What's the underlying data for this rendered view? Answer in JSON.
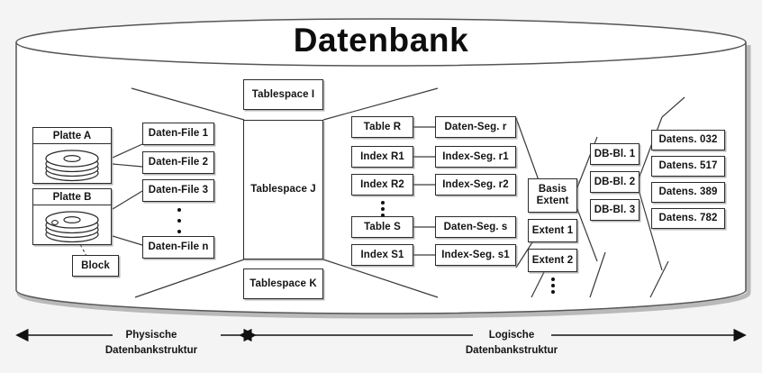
{
  "title": "Datenbank",
  "disks": [
    {
      "label": "Platte A",
      "icon": "disk-stack-icon"
    },
    {
      "label": "Platte B",
      "icon": "disk-stack-icon"
    }
  ],
  "block": {
    "label": "Block"
  },
  "data_files": [
    {
      "label": "Daten-File 1"
    },
    {
      "label": "Daten-File 2"
    },
    {
      "label": "Daten-File 3"
    },
    {
      "label": "Daten-File n"
    }
  ],
  "tablespaces": [
    {
      "label": "Tablespace I"
    },
    {
      "label": "Tablespace J"
    },
    {
      "label": "Tablespace K"
    }
  ],
  "objects": [
    {
      "label": "Table R"
    },
    {
      "label": "Index R1"
    },
    {
      "label": "Index R2"
    },
    {
      "label": "Table S"
    },
    {
      "label": "Index S1"
    }
  ],
  "segments": [
    {
      "label": "Daten-Seg. r"
    },
    {
      "label": "Index-Seg. r1"
    },
    {
      "label": "Index-Seg. r2"
    },
    {
      "label": "Daten-Seg. s"
    },
    {
      "label": "Index-Seg. s1"
    }
  ],
  "extents": [
    {
      "line1": "Basis",
      "line2": "Extent"
    },
    {
      "label": "Extent 1"
    },
    {
      "label": "Extent 2"
    }
  ],
  "db_blocks": [
    {
      "label": "DB-Bl. 1"
    },
    {
      "label": "DB-Bl. 2"
    },
    {
      "label": "DB-Bl. 3"
    }
  ],
  "records": [
    {
      "label": "Datens. 032"
    },
    {
      "label": "Datens. 517"
    },
    {
      "label": "Datens. 389"
    },
    {
      "label": "Datens. 782"
    }
  ],
  "axes": [
    {
      "line1": "Physische",
      "line2": "Datenbankstruktur"
    },
    {
      "line1": "Logische",
      "line2": "Datenbankstruktur"
    }
  ],
  "colors": {
    "stroke": "#2b2b2b",
    "cylinder": "#565656",
    "text": "#141414",
    "background": "#f4f4f4",
    "box_fill": "#ffffff"
  }
}
